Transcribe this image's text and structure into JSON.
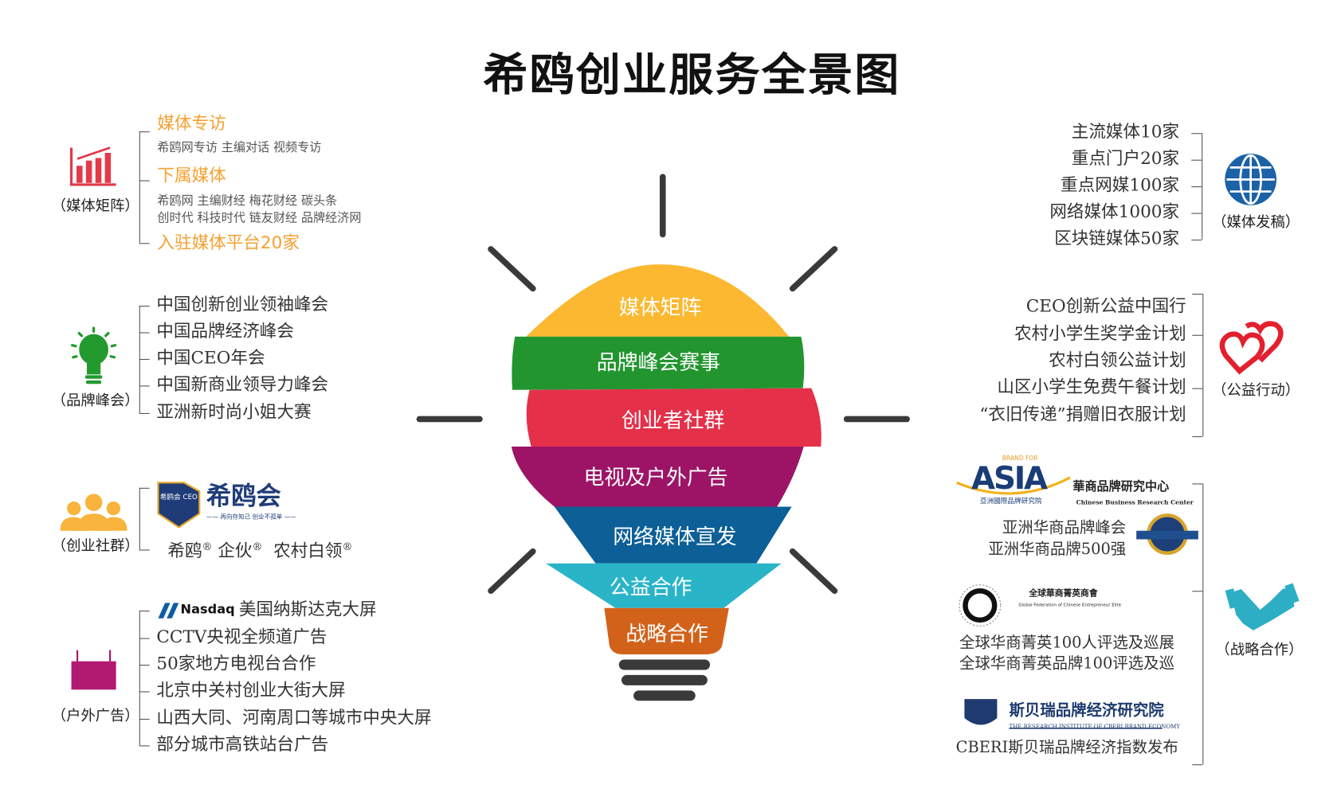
{
  "title": "希鸥创业服务全景图",
  "bulb": {
    "bands": [
      "媒体矩阵",
      "品牌峰会赛事",
      "创业者社群",
      "电视及户外广告",
      "网络媒体宣发",
      "公益合作",
      "战略合作"
    ],
    "colors": [
      "#fbb830",
      "#22952f",
      "#e5304a",
      "#9d1466",
      "#0c5f97",
      "#2ab4c8",
      "#d2621a"
    ]
  },
  "media_matrix": {
    "label": "（媒体矩阵）",
    "h1": "媒体专访",
    "h1_items": "希鸥网专访  主编对话  视频专访",
    "h2": "下属媒体",
    "h2_line1": "希鸥网  主编财经  梅花财经  碳头条",
    "h2_line2": "创时代  科技时代  链友财经 品牌经济网",
    "h3": "入驻媒体平台20家"
  },
  "brand_summit": {
    "label": "（品牌峰会）",
    "items": [
      "中国创新创业领袖峰会",
      "中国品牌经济峰会",
      "中国CEO年会",
      "中国新商业领导力峰会",
      "亚洲新时尚小姐大赛"
    ]
  },
  "community": {
    "label": "（创业社群）",
    "logo_text": "希鸥会",
    "logo_sub": "—— 再向存知己 创业不孤单 ——",
    "logo_badge": "希鸥会 CEO",
    "brands": [
      "希鸥",
      "企伙",
      "农村白领"
    ],
    "reg": "®"
  },
  "outdoor": {
    "label": "（户外广告）",
    "nasdaq": "Nasdaq",
    "items": [
      "美国纳斯达克大屏",
      "CCTV央视全频道广告",
      "50家地方电视台合作",
      "北京中关村创业大街大屏",
      "山西大同、河南周口等城市中央大屏",
      "部分城市高铁站台广告"
    ]
  },
  "media_release": {
    "label": "（媒体发稿）",
    "items": [
      "主流媒体10家",
      "重点门户20家",
      "重点网媒100家",
      "网络媒体1000家",
      "区块链媒体50家"
    ]
  },
  "welfare": {
    "label": "（公益行动）",
    "items": [
      "CEO创新公益中国行",
      "农村小学生奖学金计划",
      "农村白领公益计划",
      "山区小学生免费午餐计划",
      "“衣旧传递”捐赠旧衣服计划"
    ]
  },
  "strategic": {
    "label": "（战略合作）",
    "asia_logo": {
      "top": "BRAND FOR",
      "main": "ASIA",
      "sub": "亞洲國際品牌研究院"
    },
    "cbrc_logo": {
      "cn": "華商品牌研究中心",
      "en": "Chinese Business Research Center"
    },
    "asia_items": [
      "亚洲华商品牌峰会",
      "亚洲华商品牌500强"
    ],
    "gfcee_logo": {
      "cn": "全球華商菁英商會",
      "en": "Global Federation of Chinese Entrepreneur Elite"
    },
    "gfcee_items": [
      "全球华商菁英100人评选及巡展",
      "全球华商菁英品牌100评选及巡"
    ],
    "cberi_logo": {
      "cn": "斯贝瑞品牌经济研究院",
      "en": "THE RESEARCH INSTITUTE OF CBERI BRAND ECONOMY"
    },
    "cberi_item": "CBERI斯贝瑞品牌经济指数发布"
  }
}
